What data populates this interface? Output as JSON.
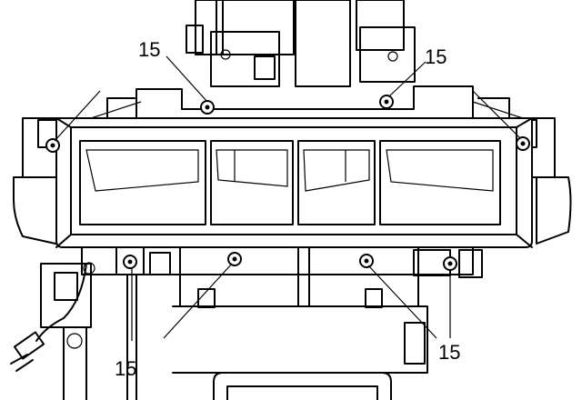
{
  "diagram": {
    "callouts": [
      {
        "label": "15"
      },
      {
        "label": "15"
      },
      {
        "label": "15"
      },
      {
        "label": "15"
      }
    ],
    "colors": {
      "stroke": "#000000",
      "background": "#ffffff"
    }
  }
}
